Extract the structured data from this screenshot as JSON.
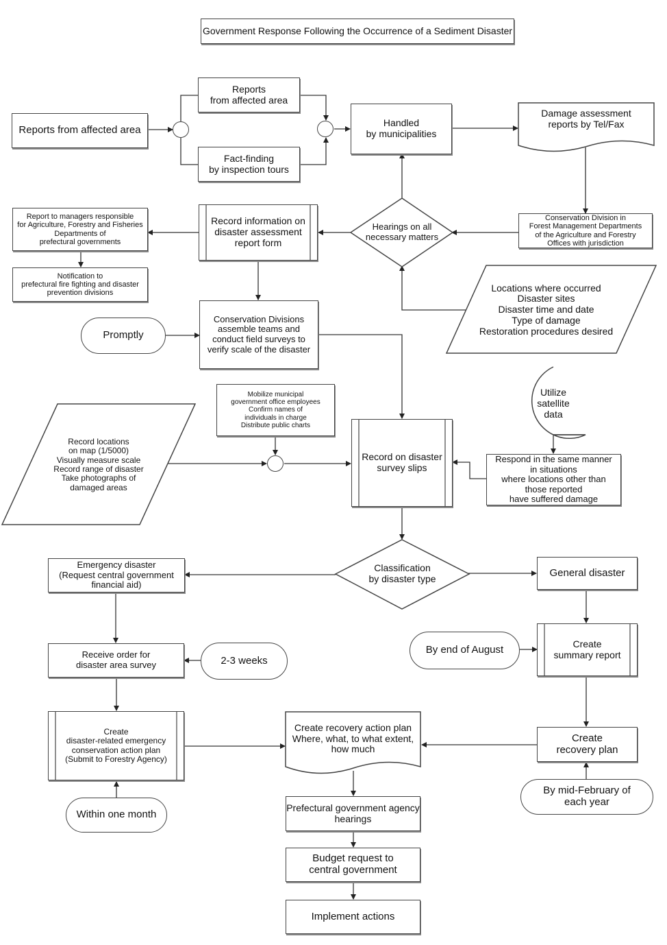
{
  "title": "Government Response Following the Occurrence of a Sediment Disaster",
  "nodes": {
    "reports_affected_main": "Reports from affected area",
    "reports_affected_small": "Reports\nfrom affected area",
    "fact_finding": "Fact-finding\nby inspection tours",
    "handled_municipalities": "Handled\nby municipalities",
    "damage_reports": "Damage assessment\nreports by Tel/Fax",
    "conservation_division": "Conservation Division in\nForest Management Departments\nof the Agriculture and Forestry\nOffices with jurisdiction",
    "hearings": "Hearings on all\nnecessary matters",
    "record_info": "Record information on\ndisaster assessment\nreport form",
    "report_managers": "Report to managers responsible\nfor Agriculture, Forestry and Fisheries\nDepartments of\nprefectural governments",
    "notification": "Notification to\nprefectural fire fighting and disaster\nprevention divisions",
    "locations_data": "Locations where occurred\nDisaster sites\nDisaster time and date\nType of damage\nRestoration procedures desired",
    "promptly": "Promptly",
    "field_surveys": "Conservation Divisions\nassemble teams and\nconduct field surveys to\nverify scale of the disaster",
    "mobilize": "Mobilize municipal\ngovernment office employees\nConfirm names of\nindividuals in charge\nDistribute public charts",
    "record_locations": "Record locations\non map (1/5000)\nVisually measure scale\nRecord range of disaster\nTake photographs of\ndamaged areas",
    "survey_slips": "Record on disaster\nsurvey slips",
    "satellite": "Utilize\nsatellite\ndata",
    "respond_same": "Respond in the same manner\nin situations\nwhere locations other than\nthose reported\nhave suffered damage",
    "classification": "Classification\nby disaster type",
    "emergency": "Emergency disaster\n(Request central government\nfinancial aid)",
    "general": "General disaster",
    "receive_order": "Receive order for\ndisaster area survey",
    "two_three_weeks": "2-3 weeks",
    "by_end_august": "By end of August",
    "summary_report": "Create\nsummary report",
    "emergency_plan": "Create\ndisaster-related emergency\nconservation action plan\n(Submit to Forestry Agency)",
    "recovery_action": "Create recovery action plan\nWhere, what, to what extent,\nhow much",
    "recovery_plan": "Create\nrecovery plan",
    "within_month": "Within one month",
    "by_mid_feb": "By mid-February of\neach year",
    "prefectural_hearings": "Prefectural government agency\nhearings",
    "budget_request": "Budget request to\ncentral government",
    "implement": "Implement actions"
  }
}
